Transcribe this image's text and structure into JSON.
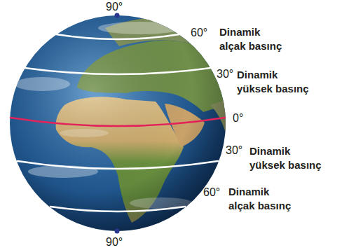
{
  "diagram": {
    "labels": [
      "90°",
      "60°",
      "Dinamik alçak basınç",
      "30°",
      "Dinamik yüksek basınç",
      "0°",
      "30°",
      "Dinamik yüksek basınç",
      "60°",
      "Dinamik alçak basınç",
      "90°"
    ]
  }
}
